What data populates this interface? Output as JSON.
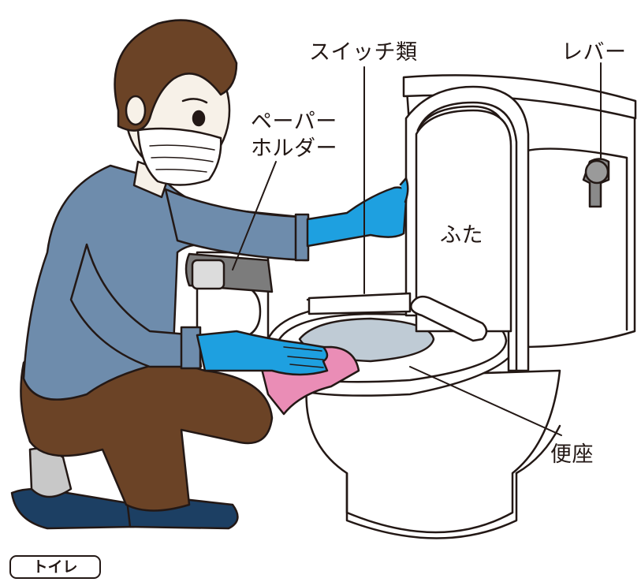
{
  "labels": {
    "switches": "スイッチ類",
    "lever": "レバー",
    "paper_holder_line1": "ペーパー",
    "paper_holder_line2": "ホルダー",
    "lid": "ふた",
    "seat": "便座"
  },
  "caption": "トイレ",
  "colors": {
    "outline": "#231815",
    "shirt": "#6e8cac",
    "glove": "#1ea0e0",
    "pants": "#6b4326",
    "hair": "#6b4326",
    "slipper": "#1c3f63",
    "cloth": "#ea8db6",
    "water": "#bfcbd5",
    "holder": "#7c7c7c"
  }
}
